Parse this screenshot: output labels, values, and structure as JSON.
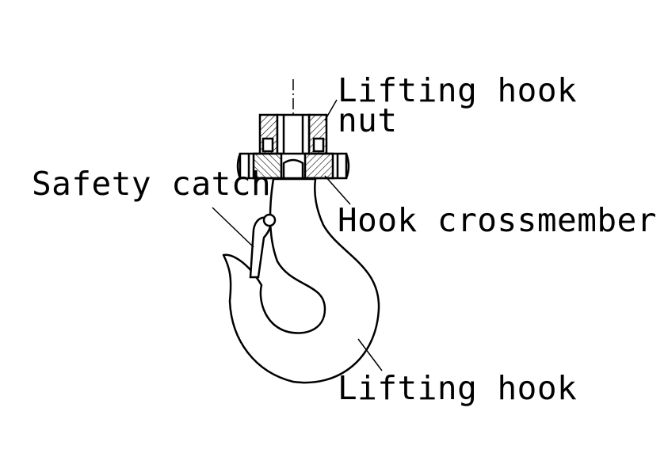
{
  "labels": {
    "nut_line1": "Lifting hook",
    "nut_line2": "nut",
    "safety_catch": "Safety catch",
    "crossmember": "Hook crossmember",
    "lifting_hook": "Lifting hook"
  }
}
